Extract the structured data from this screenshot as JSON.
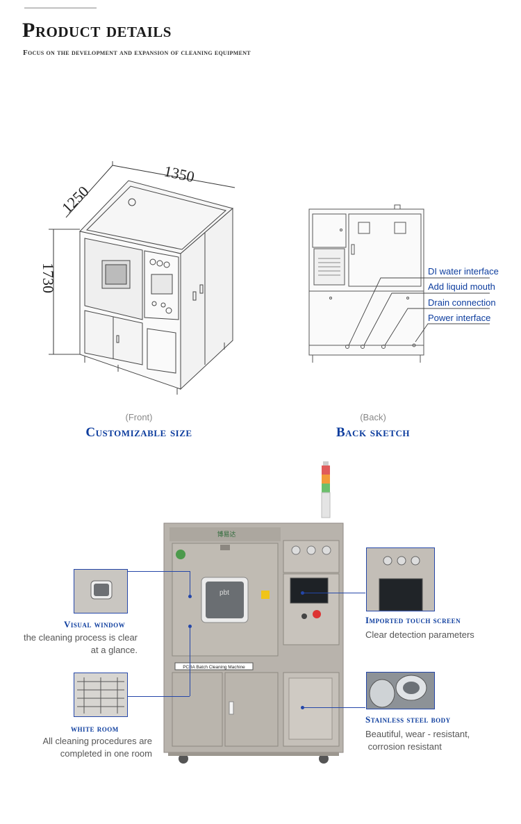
{
  "header": {
    "title": "Product details",
    "subtitle": "Focus on the development and expansion of cleaning equipment"
  },
  "front": {
    "dim_width": "1350",
    "dim_depth": "1250",
    "dim_height": "1730",
    "view_label": "(Front)",
    "caption": "Customizable size"
  },
  "back": {
    "view_label": "(Back)",
    "caption": "Back sketch",
    "callouts": [
      "DI water interface",
      "Add liquid mouth",
      "Drain connection",
      "Power interface"
    ]
  },
  "machine": {
    "logo_text": "博易达",
    "name_plate": "PCBA Batch Cleaning Machine",
    "brand_text": "pbt"
  },
  "features": {
    "visual_window": {
      "title": "Visual window",
      "desc": [
        "the cleaning process is clear",
        "at a glance."
      ]
    },
    "white_room": {
      "title": "white room",
      "desc": [
        "All cleaning procedures are",
        "completed in one room"
      ]
    },
    "touch_screen": {
      "title": "Imported touch screen",
      "desc": [
        "Clear detection parameters"
      ]
    },
    "steel_body": {
      "title": "Stainless steel body",
      "desc": [
        "Beautiful, wear - resistant,",
        " corrosion resistant"
      ]
    }
  },
  "colors": {
    "accent": "#0d3d9e",
    "line": "#2446a8",
    "steel": "#b9b4ad"
  }
}
